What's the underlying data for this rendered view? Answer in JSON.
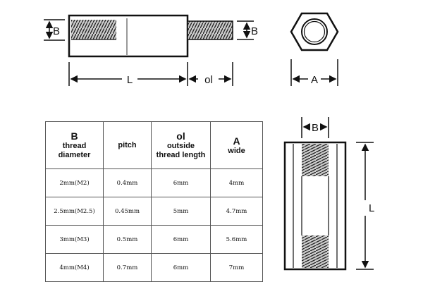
{
  "labels": {
    "thread_dia": "B",
    "length": "L",
    "outside_thread": "ol",
    "width": "A"
  },
  "table": {
    "headers": [
      {
        "big": "B",
        "sub": [
          "thread",
          "diameter"
        ]
      },
      {
        "big": "",
        "sub": [
          "pitch"
        ]
      },
      {
        "big": "ol",
        "sub": [
          "outside",
          "thread length"
        ]
      },
      {
        "big": "A",
        "sub": [
          "wide"
        ]
      }
    ],
    "rows": [
      [
        "2mm(M2)",
        "0.4mm",
        "6mm",
        "4mm"
      ],
      [
        "2.5mm(M2.5)",
        "0.45mm",
        "5mm",
        "4.7mm"
      ],
      [
        "3mm(M3)",
        "0.5mm",
        "6mm",
        "5.6mm"
      ],
      [
        "4mm(M4)",
        "0.7mm",
        "6mm",
        "7mm"
      ]
    ]
  }
}
